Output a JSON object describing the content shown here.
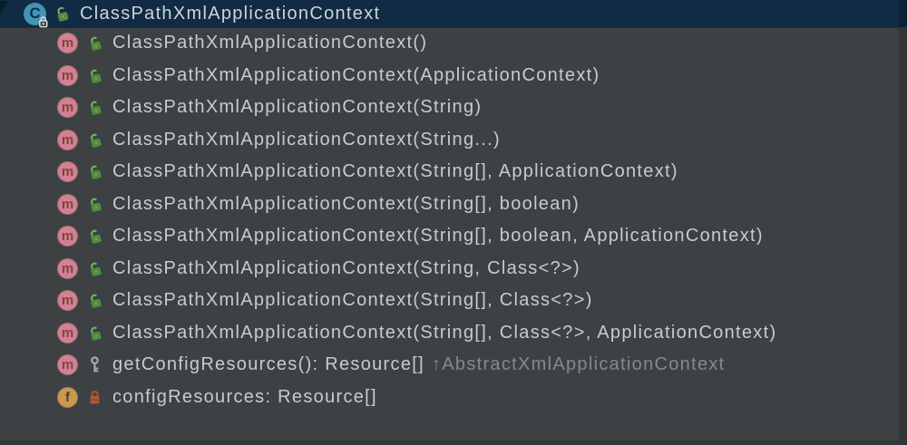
{
  "header": {
    "class_name": "ClassPathXmlApplicationContext",
    "class_icon_letter": "C",
    "visibility": "public"
  },
  "icons": {
    "method_letter": "m",
    "field_letter": "f",
    "class_icon": "class-icon-with-lock-badge",
    "public": "green-open-padlock-icon",
    "protected": "key-icon",
    "private": "rust-closed-padlock-icon",
    "collapse": "collapse-arrow-icon"
  },
  "rows": [
    {
      "kind": "method",
      "visibility": "public",
      "label": "ClassPathXmlApplicationContext()"
    },
    {
      "kind": "method",
      "visibility": "public",
      "label": "ClassPathXmlApplicationContext(ApplicationContext)"
    },
    {
      "kind": "method",
      "visibility": "public",
      "label": "ClassPathXmlApplicationContext(String)"
    },
    {
      "kind": "method",
      "visibility": "public",
      "label": "ClassPathXmlApplicationContext(String...)"
    },
    {
      "kind": "method",
      "visibility": "public",
      "label": "ClassPathXmlApplicationContext(String[], ApplicationContext)"
    },
    {
      "kind": "method",
      "visibility": "public",
      "label": "ClassPathXmlApplicationContext(String[], boolean)"
    },
    {
      "kind": "method",
      "visibility": "public",
      "label": "ClassPathXmlApplicationContext(String[], boolean, ApplicationContext)"
    },
    {
      "kind": "method",
      "visibility": "public",
      "label": "ClassPathXmlApplicationContext(String, Class<?>)"
    },
    {
      "kind": "method",
      "visibility": "public",
      "label": "ClassPathXmlApplicationContext(String[], Class<?>)"
    },
    {
      "kind": "method",
      "visibility": "public",
      "label": "ClassPathXmlApplicationContext(String[], Class<?>, ApplicationContext)"
    },
    {
      "kind": "method",
      "visibility": "protected",
      "label": "getConfigResources(): Resource[]",
      "inherited_from": "↑AbstractXmlApplicationContext"
    },
    {
      "kind": "field",
      "visibility": "private",
      "label": "configResources: Resource[]"
    }
  ],
  "colors": {
    "header_background": "#102b43",
    "list_background": "#3e4143",
    "primary_text": "#c8cbcd",
    "header_text": "#ced4d8",
    "muted_inherited_text": "#85898c",
    "method_icon_pink": "#d0838f",
    "field_icon_amber": "#c89a4f",
    "class_icon_blue": "#4493b6",
    "public_lock_green": "#4e8c3f",
    "private_lock_rust": "#b05a36",
    "protected_key_gray": "#a6abae"
  }
}
